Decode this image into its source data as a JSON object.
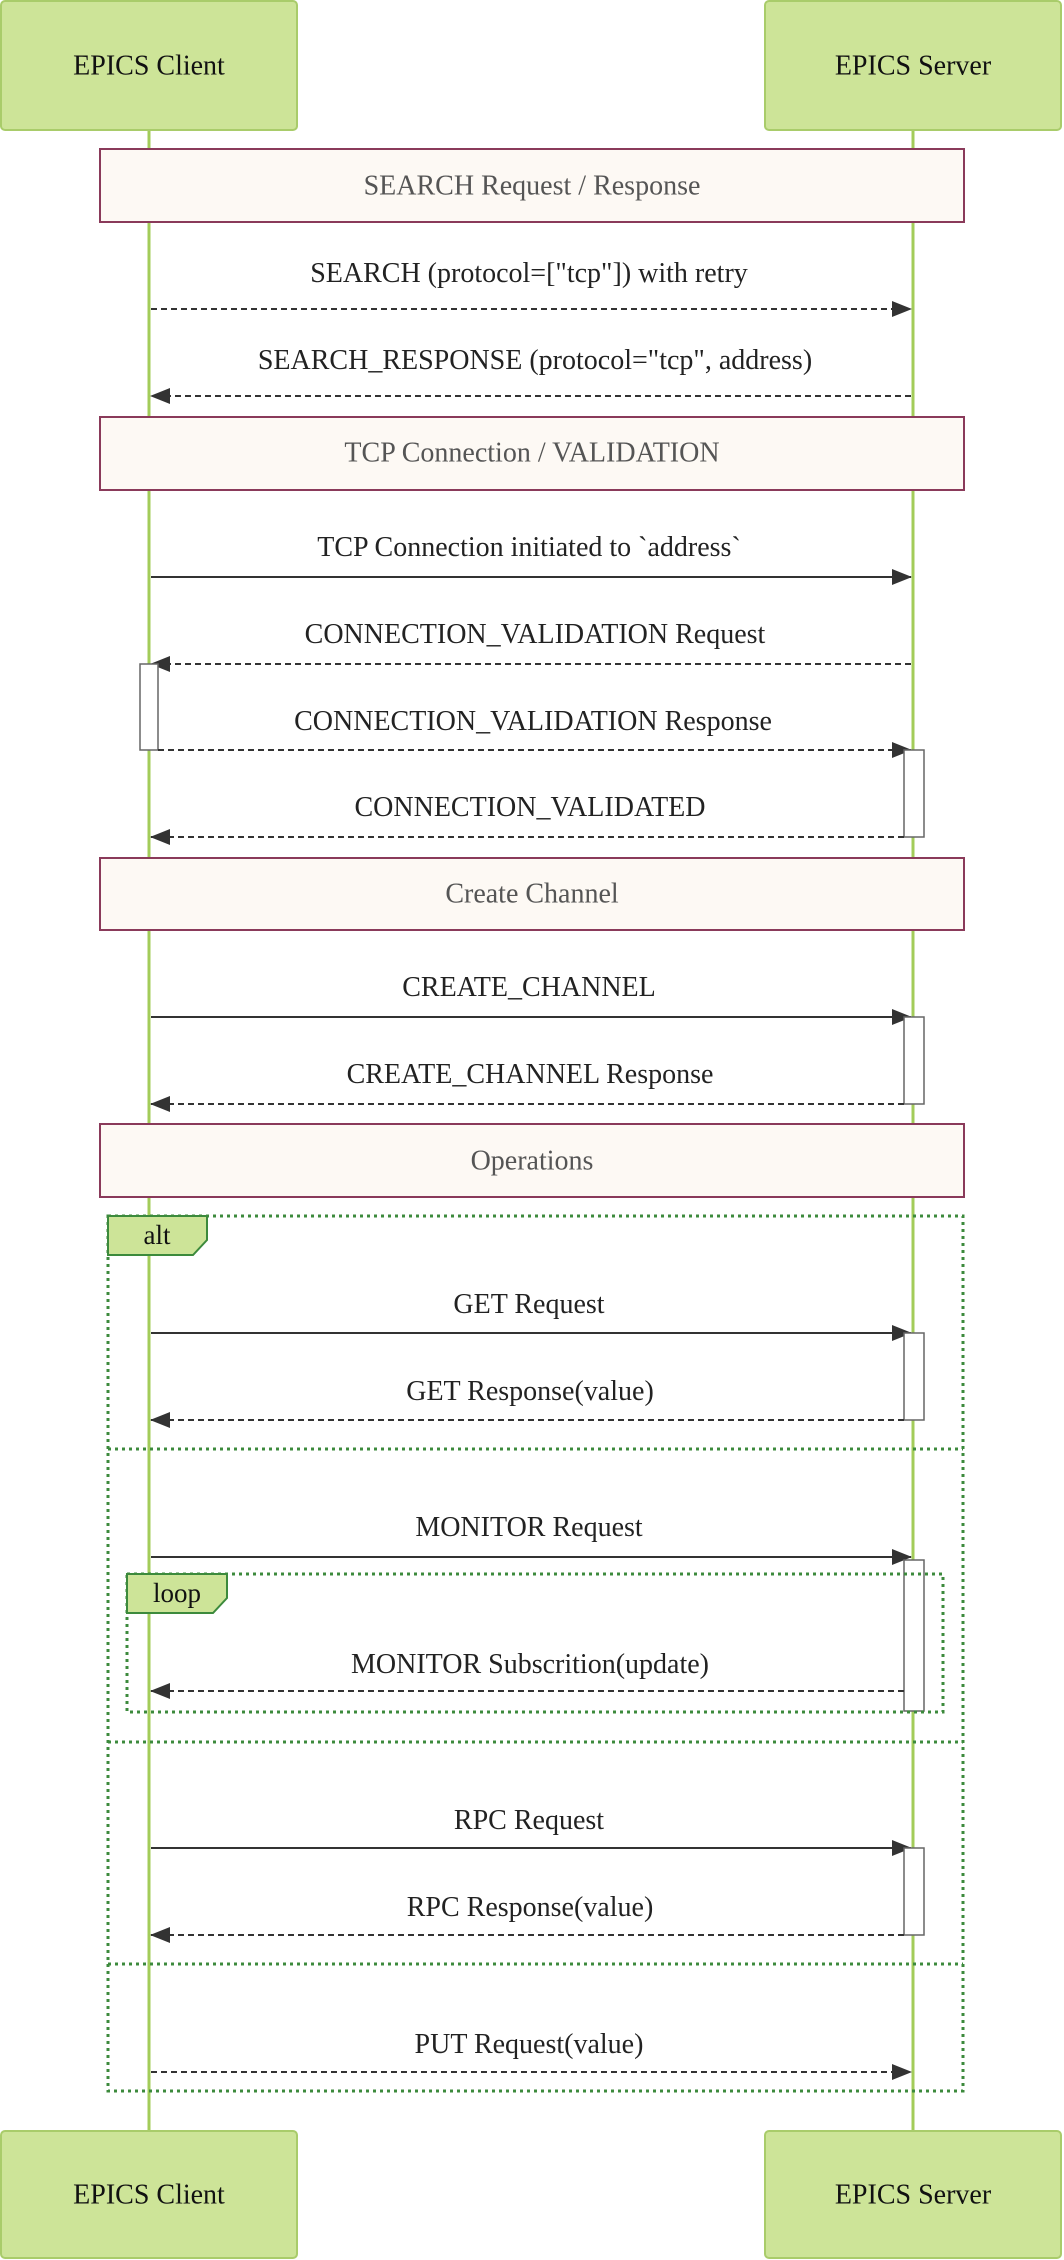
{
  "participants": {
    "client": "EPICS Client",
    "server": "EPICS Server"
  },
  "notes": {
    "search": "SEARCH Request / Response",
    "tcp": "TCP Connection / VALIDATION",
    "create": "Create Channel",
    "operations": "Operations"
  },
  "messages": {
    "search": "SEARCH (protocol=[\"tcp\"]) with retry",
    "search_response": "SEARCH_RESPONSE (protocol=\"tcp\", address)",
    "tcp_connect": "TCP Connection initiated to `address`",
    "validation_request": "CONNECTION_VALIDATION Request",
    "validation_response": "CONNECTION_VALIDATION Response",
    "validated": "CONNECTION_VALIDATED",
    "create_channel": "CREATE_CHANNEL",
    "create_channel_response": "CREATE_CHANNEL Response",
    "get_request": "GET Request",
    "get_response": "GET Response(value)",
    "monitor_request": "MONITOR Request",
    "monitor_update": "MONITOR Subscrition(update)",
    "rpc_request": "RPC Request",
    "rpc_response": "RPC Response(value)",
    "put_request": "PUT Request(value)"
  },
  "frames": {
    "alt": "alt",
    "loop": "loop"
  },
  "colors": {
    "actor_fill": "#cde498",
    "actor_border": "#a9cc6a",
    "lifeline": "#a3cc5a",
    "note_fill": "#fdf9f4",
    "note_border": "#8a3a5a",
    "frame_border": "#3c8a3c",
    "arrow": "#333333"
  }
}
